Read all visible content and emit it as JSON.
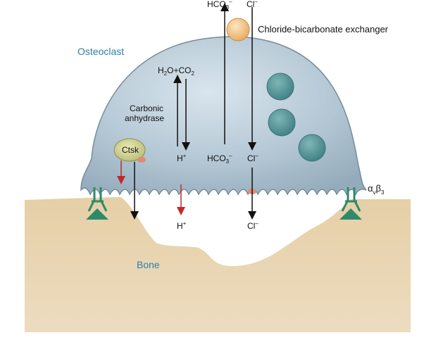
{
  "labels": {
    "osteoclast": "Osteoclast",
    "bone": "Bone",
    "exchanger": "Chloride-bicarbonate exchanger",
    "water": "H",
    "water_sub": "2",
    "water_o": "O+CO",
    "co2_sub": "2",
    "carbonic_line1": "Carbonic",
    "carbonic_line2": "anhydrase",
    "h_plus_base": "H",
    "h_plus_sup": "+",
    "ctsk": "Ctsk",
    "bicarbonate_base": "HCO",
    "bicarbonate_sub": "3",
    "bicarbonate_sup": "–",
    "chloride_base": "Cl",
    "chloride_sup": "–",
    "integrin_alpha": "α",
    "integrin_v": "v",
    "integrin_beta": "β",
    "integrin_3": "3"
  },
  "colors": {
    "cell_fill": "#a9bfcf",
    "cell_stroke": "#6f8596",
    "bone": "#e2c9a1",
    "exchanger": "#f3c98c",
    "vesicle": "#4a8d91",
    "ctsk": "#c7c98a",
    "integrin": "#2f8a6a",
    "red_arrow": "#c0282a",
    "black_arrow": "#111111",
    "label_blue": "#2c7fa8"
  }
}
